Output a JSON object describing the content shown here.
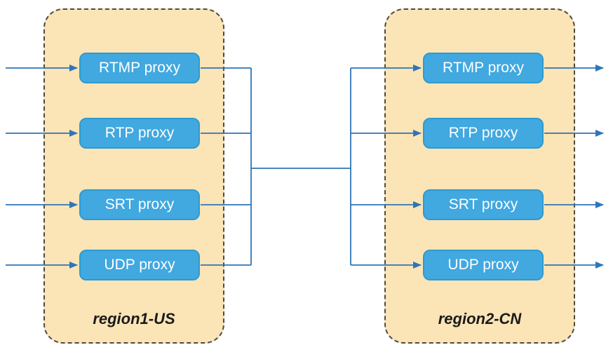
{
  "diagram": {
    "regions": [
      {
        "label": "region1-US",
        "proxies": [
          "RTMP proxy",
          "RTP proxy",
          "SRT proxy",
          "UDP proxy"
        ]
      },
      {
        "label": "region2-CN",
        "proxies": [
          "RTMP proxy",
          "RTP proxy",
          "SRT proxy",
          "UDP proxy"
        ]
      }
    ],
    "colors": {
      "region_fill": "#FBE4B6",
      "region_border": "#4A4A4A",
      "proxy_fill": "#41A8E0",
      "proxy_border": "#2E9BD0",
      "proxy_text": "#FFFFFF",
      "connector": "#2E75B6"
    }
  }
}
